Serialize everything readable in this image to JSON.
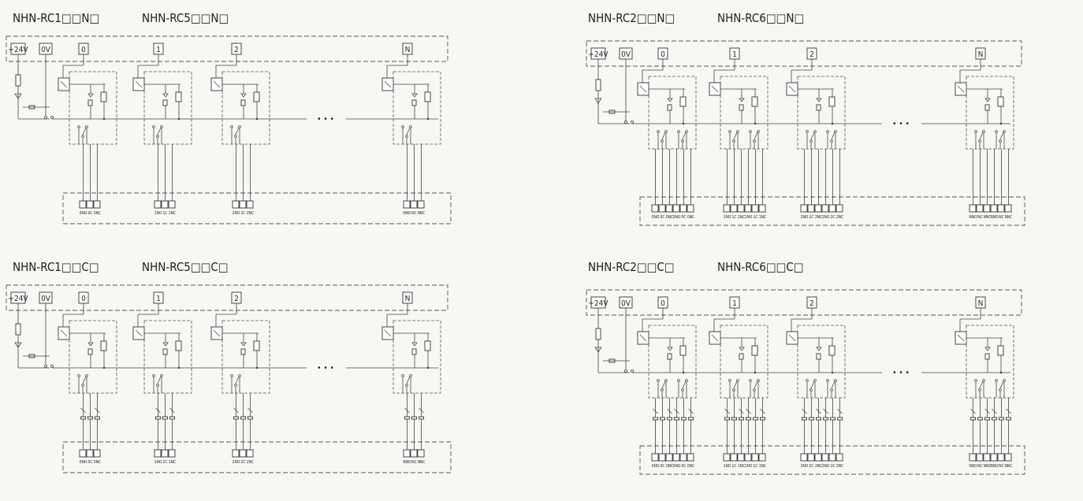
{
  "diagrams": [
    {
      "title_a": "NHN-RC1□□N□",
      "title_b": "NHN-RC5□□N□",
      "rail": [
        "+24V",
        "0V"
      ],
      "channels": [
        {
          "label": "0",
          "terminals": [
            "0NO",
            "0C",
            "0NC"
          ]
        },
        {
          "label": "1",
          "terminals": [
            "1NO",
            "1C",
            "1NC"
          ]
        },
        {
          "label": "2",
          "terminals": [
            "2NO",
            "2C",
            "2NC"
          ]
        },
        {
          "label": "N",
          "terminals": [
            "NNO",
            "NC",
            "NNC"
          ]
        }
      ],
      "ellipsis": "• • •"
    },
    {
      "title_a": "NHN-RC2□□N□",
      "title_b": "NHN-RC6□□N□",
      "rail": [
        "+24V",
        "0V"
      ],
      "channels": [
        {
          "label": "0",
          "terminals": [
            "0NO",
            "0C",
            "0NC",
            "0NO",
            "0C",
            "0NC"
          ]
        },
        {
          "label": "1",
          "terminals": [
            "1NO",
            "1C",
            "1NC",
            "1NO",
            "1C",
            "1NC"
          ]
        },
        {
          "label": "2",
          "terminals": [
            "2NO",
            "2C",
            "2NC",
            "2NO",
            "2C",
            "2NC"
          ]
        },
        {
          "label": "N",
          "terminals": [
            "NNO",
            "NC",
            "NNC",
            "NNO",
            "NC",
            "NNC"
          ]
        }
      ],
      "ellipsis": "• • •"
    },
    {
      "title_a": "NHN-RC1□□C□",
      "title_b": "NHN-RC5□□C□",
      "rail": [
        "+24V",
        "0V"
      ],
      "channels": [
        {
          "label": "0",
          "terminals": [
            "0NO",
            "0C",
            "0NC"
          ]
        },
        {
          "label": "1",
          "terminals": [
            "1NO",
            "1C",
            "1NC"
          ]
        },
        {
          "label": "2",
          "terminals": [
            "2NO",
            "2C",
            "2NC"
          ]
        },
        {
          "label": "N",
          "terminals": [
            "NNO",
            "NC",
            "NNC"
          ]
        }
      ],
      "ellipsis": "• • •"
    },
    {
      "title_a": "NHN-RC2□□C□",
      "title_b": "NHN-RC6□□C□",
      "rail": [
        "+24V",
        "0V"
      ],
      "channels": [
        {
          "label": "0",
          "terminals": [
            "0NO",
            "0C",
            "0NC",
            "0NO",
            "0C",
            "0NC"
          ]
        },
        {
          "label": "1",
          "terminals": [
            "1NO",
            "1C",
            "1NC",
            "1NO",
            "1C",
            "1NC"
          ]
        },
        {
          "label": "2",
          "terminals": [
            "2NO",
            "2C",
            "2NC",
            "2NO",
            "2C",
            "2NC"
          ]
        },
        {
          "label": "N",
          "terminals": [
            "NNO",
            "NC",
            "NNC",
            "NNO",
            "NC",
            "NNC"
          ]
        }
      ],
      "ellipsis": "• • •"
    }
  ]
}
